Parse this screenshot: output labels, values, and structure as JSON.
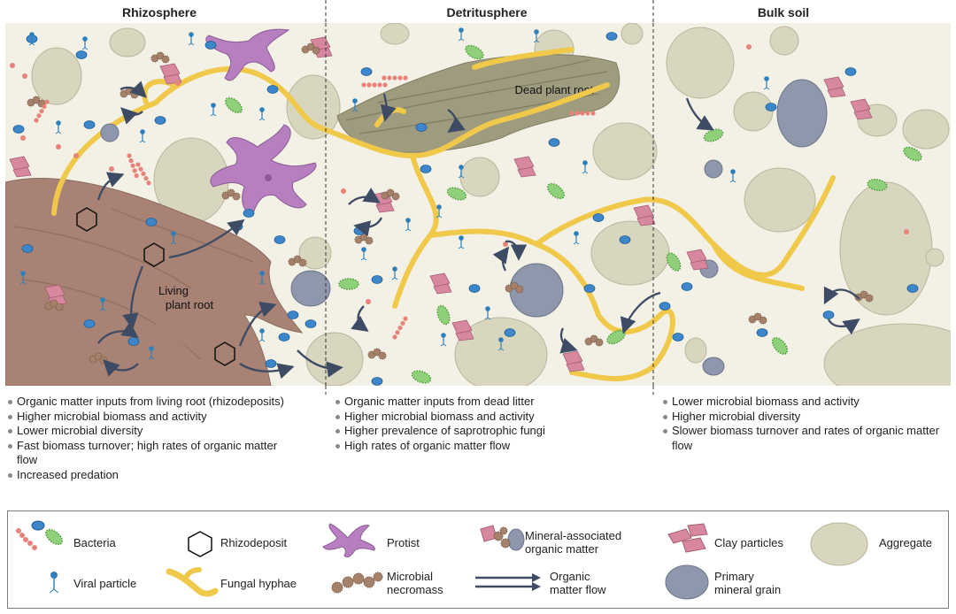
{
  "headings": {
    "rhizosphere": "Rhizosphere",
    "detritusphere": "Detritusphere",
    "bulk_soil": "Bulk soil"
  },
  "scene_labels": {
    "living_root": [
      "Living",
      "plant root"
    ],
    "dead_root": "Dead plant root"
  },
  "bullets": {
    "rhizosphere": [
      "Organic matter inputs from living root (rhizodeposits)",
      "Higher microbial biomass and activity",
      "Lower microbial diversity",
      "Fast biomass turnover; high rates of organic matter flow",
      "Increased predation"
    ],
    "detritusphere": [
      "Organic matter inputs from dead litter",
      "Higher microbial biomass and activity",
      "Higher prevalence of saprotrophic fungi",
      "High rates of organic matter flow"
    ],
    "bulk_soil": [
      "Lower microbial biomass and activity",
      "Higher microbial diversity",
      "Slower biomass turnover and rates of organic matter flow"
    ]
  },
  "legend": {
    "bacteria": "Bacteria",
    "viral_particle": "Viral particle",
    "rhizodeposit": "Rhizodeposit",
    "fungal_hyphae": "Fungal hyphae",
    "protist": "Protist",
    "microbial_necromass": [
      "Microbial",
      "necromass"
    ],
    "mineral_associated_om": [
      "Mineral-associated",
      "organic matter"
    ],
    "organic_matter_flow": [
      "Organic",
      "matter flow"
    ],
    "clay_particles": "Clay particles",
    "primary_mineral_grain": [
      "Primary",
      "mineral grain"
    ],
    "aggregate": "Aggregate"
  },
  "colors": {
    "soil_background": "#f3f1e6",
    "aggregate": "#d8d6bf",
    "root": "#a88274",
    "dead_root": "#9e9b7e",
    "hyphae": "#f0c84a",
    "bacteria_blue": "#3d86c9",
    "bacteria_green": "#8fd07a",
    "bacteria_red": "#e8837b",
    "protist": "#b77ec0",
    "clay": "#d7889f",
    "mineral_grain": "#8f97ac",
    "necromass": "#a4816a",
    "flow_arrow": "#3d4b64",
    "viral": "#2c7fb8"
  }
}
